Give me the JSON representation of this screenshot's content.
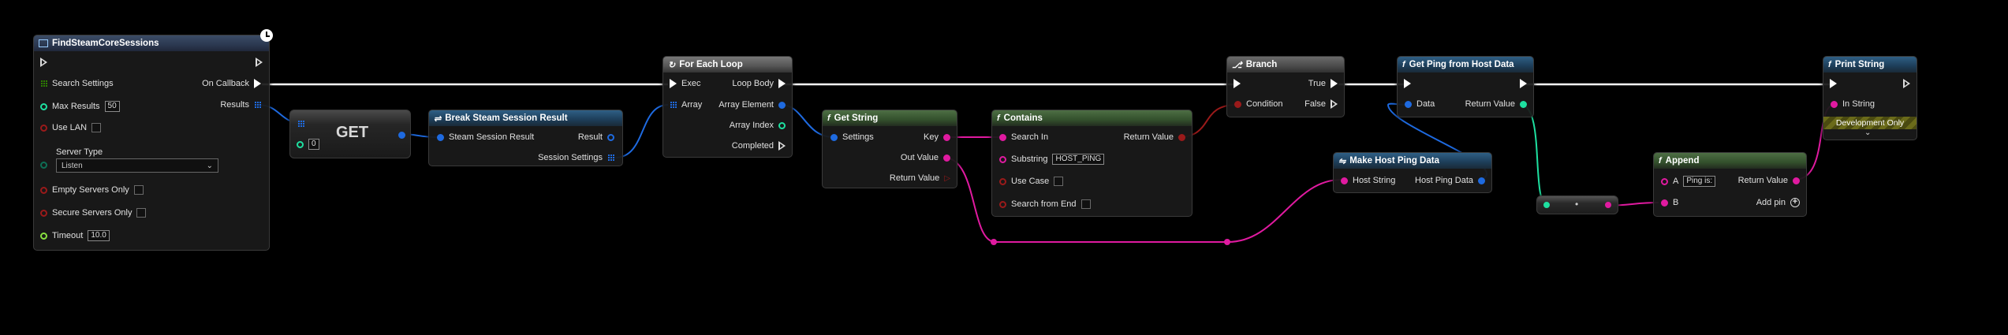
{
  "colors": {
    "exec": "#ffffff",
    "struct": "#1e6ae0",
    "string": "#e01aa0",
    "bool": "#9a1a1a",
    "int": "#1ee0a0",
    "float": "#88e040",
    "enum": "#0e6e55"
  },
  "find_sessions": {
    "title": "FindSteamCoreSessions",
    "on_callback": "On Callback",
    "search_settings": "Search Settings",
    "results": "Results",
    "max_results": "Max Results",
    "max_results_value": "50",
    "use_lan": "Use LAN",
    "server_type": "Server Type",
    "server_type_value": "Listen",
    "empty_servers": "Empty Servers Only",
    "secure_servers": "Secure Servers Only",
    "timeout": "Timeout",
    "timeout_value": "10.0"
  },
  "get_node": {
    "title": "GET",
    "index_value": "0"
  },
  "break_result": {
    "title": "Break Steam Session Result",
    "input": "Steam Session Result",
    "result": "Result",
    "session_settings": "Session Settings"
  },
  "for_each": {
    "title": "For Each Loop",
    "exec": "Exec",
    "loop_body": "Loop Body",
    "array": "Array",
    "array_element": "Array Element",
    "array_index": "Array Index",
    "completed": "Completed"
  },
  "get_string": {
    "title": "Get String",
    "settings": "Settings",
    "key": "Key",
    "out_value": "Out Value",
    "return_value": "Return Value"
  },
  "contains": {
    "title": "Contains",
    "search_in": "Search In",
    "return_value": "Return Value",
    "substring": "Substring",
    "substring_value": "HOST_PING",
    "use_case": "Use Case",
    "search_from_end": "Search from End"
  },
  "branch": {
    "title": "Branch",
    "true": "True",
    "condition": "Condition",
    "false": "False"
  },
  "get_ping": {
    "title": "Get Ping from Host Data",
    "data": "Data",
    "return_value": "Return Value"
  },
  "make_ping": {
    "title": "Make Host Ping Data",
    "host_string": "Host String",
    "host_ping_data": "Host Ping Data"
  },
  "conv_node": {
    "label": "•"
  },
  "append": {
    "title": "Append",
    "a": "A",
    "a_value": "Ping is:",
    "return_value": "Return Value",
    "b": "B",
    "add_pin": "Add pin"
  },
  "print_string": {
    "title": "Print String",
    "in_string": "In String",
    "dev_only": "Development Only"
  }
}
